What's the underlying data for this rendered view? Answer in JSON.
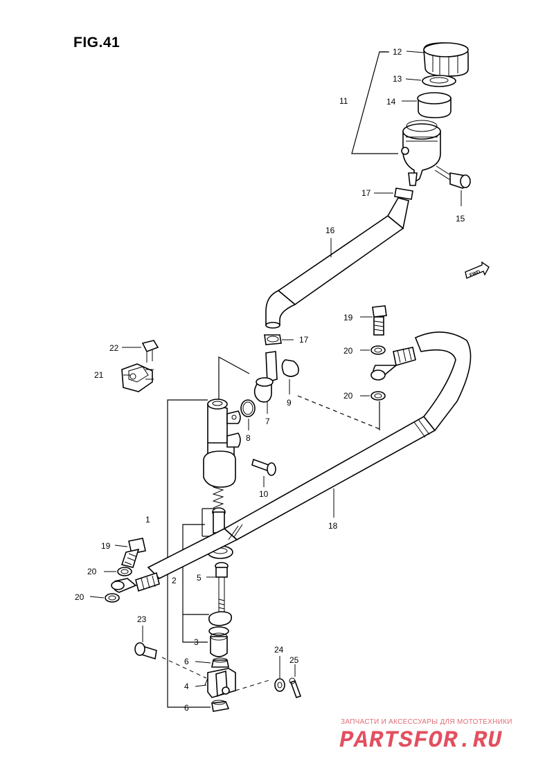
{
  "figure": {
    "title": "FIG.41"
  },
  "fwd_label": "FWD",
  "callouts": {
    "c1": "1",
    "c2": "2",
    "c3": "3",
    "c4": "4",
    "c5": "5",
    "c6a": "6",
    "c6b": "6",
    "c7": "7",
    "c8": "8",
    "c9": "9",
    "c10": "10",
    "c11": "11",
    "c12": "12",
    "c13": "13",
    "c14": "14",
    "c15": "15",
    "c16": "16",
    "c17a": "17",
    "c17b": "17",
    "c18": "18",
    "c19a": "19",
    "c19b": "19",
    "c20a": "20",
    "c20b": "20",
    "c20c": "20",
    "c20d": "20",
    "c21": "21",
    "c22": "22",
    "c23": "23",
    "c24": "24",
    "c25": "25"
  },
  "watermark": {
    "tagline": "ЗАПЧАСТИ И АКСЕССУАРЫ ДЛЯ МОТОТЕХНИКИ",
    "logo": "PARTSFOR.RU"
  }
}
